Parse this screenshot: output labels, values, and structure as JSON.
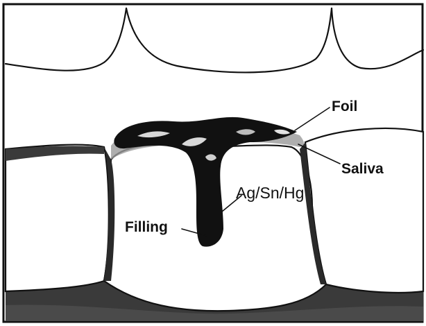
{
  "labels": {
    "foil": "Foil",
    "saliva": "Saliva",
    "alloy": "Ag/Sn/Hg",
    "filling": "Filling"
  },
  "colors": {
    "ink": "#111111",
    "gum_shade": "#3a3a3a",
    "highlight": "#d8d8d8",
    "background": "#ffffff"
  }
}
